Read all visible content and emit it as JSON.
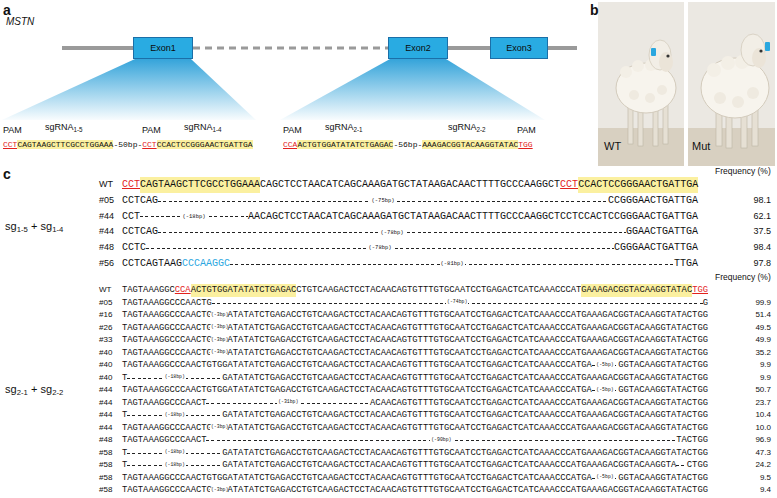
{
  "diagram": {
    "nodes": [
      {
        "text": [
          "Exon1"
        ]
      },
      {
        "text": [
          "Exon2"
        ]
      },
      {
        "text": [
          "Exon3"
        ]
      }
    ],
    "edges": [
      {
        "from": 0,
        "to": 1,
        "arrow": "none"
      },
      {
        "from": 1,
        "to": 2,
        "arrow": "none"
      }
    ],
    "labels": [
      "a",
      "MSTN",
      "PAM",
      "sgRNA",
      "1-5",
      "PAM",
      "sgRNA",
      "1-4",
      "CCT",
      "CAGTAAGCTTCGCCTGGAAA",
      "-50bp-",
      "CCT",
      "CCACTCCGGGAACTGATTGA",
      "PAM",
      "sgRNA",
      "2-1",
      "sgRNA",
      "2-2",
      "PAM",
      "CCA",
      "ACTGTGGATATATCTGAGAC",
      "-56bp-",
      "AAAGACGGTACAAGGTATAC",
      "TGG",
      "b",
      "WT",
      "Mut",
      "c",
      "sg",
      "1-5",
      "+ sg",
      "1-4",
      "Frequency (%)",
      "WT",
      "CCT",
      "CAGTAAGCTTCGCCTGGAAA",
      "CAGCTCCTAACATCAGCAAAGATGCTATAAGACAACTTTTGCCCAAGGCT",
      "CCT",
      "CCACTCCGGGAACTGATTGA",
      "#05",
      "CCTCAG",
      "(-75bp)",
      "CCGGGAACTGATTGA",
      "98.1",
      "#44",
      "CCT",
      "(-18bp)",
      "AACAGCTCCTAACATCAGCAAAGATGCTATAAGACAACTTTTGCCCAAGGCTCCTCCACTCCGGGAACTGATTGA",
      "62.1",
      "#44",
      "CCTCAG",
      "(-78bp)",
      "GGAACTGATTGA",
      "37.5",
      "#48",
      "CCTC",
      "(-78bp)",
      "CGGGAACTGATTGA",
      "98.4",
      "#56",
      "CCTCAGTAAG",
      "CCCAAGGC",
      "(-81bp)",
      "TTGA",
      "97.8",
      "sg",
      "2-1",
      "+ sg",
      "2-2",
      "Frequency (%)",
      "WT",
      "TAGTAAAGGC",
      "CCA",
      "ACTGTGGATATATCTGAGAC",
      "CTGTCAAGACTCCTACAACAGTGTTTGTGCAATCCTGAGACTCATCAAACCCAT",
      "GAAAGACGGTACAAGGTATAC",
      "TGG",
      "#05",
      "TAGTAAAGGCCCAACTG",
      "(-74bp)",
      "G",
      "99.9",
      "#16",
      "TAGTAAAGGCCCAACTG",
      "(-3bp)",
      "ATATATCTGAGACCTGTCAAGACTCCTACAACAGTGTTTGTGCAATCCTGAGACTCATCAAACCCATGAAAGACGGTACAAGGTATACTGG",
      "51.4",
      "#26",
      "TAGTAAAGGCCCAACTG",
      "(-3bp)",
      "ATATATCTGAGACCTGTCAAGACTCCTACAACAGTGTTTGTGCAATCCTGAGACTCATCAAACCCATGAAAGACGGTACAAGGTATACTGG",
      "49.5",
      "#33",
      "TAGTAAAGGCCCAACTG",
      "(-3bp)",
      "ATATATCTGAGACCTGTCAAGACTCCTACAACAGTGTTTGTGCAATCCTGAGACTCATCAAACCCATGAAAGACGGTACAAGGTATACTGG",
      "49.9",
      "#40",
      "TAGTAAAGGCCCAACTG",
      "(-3bp)",
      "ATATATCTGAGACCTGTCAAGACTCCTACAACAGTGTTTGTGCAATCCTGAGACTCATCAAACCCATGAAAGACGGTACAAGGTATACTGG",
      "35.2",
      "#40",
      "TAGTAAAGGCCCAACTGTGGATATATCTGAGACCTGTCAAGACTCCTACAACAGTGTTTGTGCAATCCTGAGACTCATCAAACCCATGA",
      "(-5bp)",
      "GGTACAAGGTATACTGG",
      "9.9",
      "#40",
      "T",
      "(-18bp)",
      "GATATATCTGAGACCTGTCAAGACTCCTACAACAGTGTTTGTGCAATCCTGAGACTCATCAAACCCATGAAAGACGGTACAAGGTATACTGG",
      "9.9",
      "#44",
      "TAGTAAAGGCCCAACTGTGGATATATCTGAGACCTGTCAAGACTCCTACAACAGTGTTTGTGCAATCCTGAGACTCATCAAACCCATGA",
      "(-5bp)",
      "GGTACAAGGTATACTGG",
      "50.7",
      "#44",
      "TAGTAAAGGCCCAACT",
      "(-31bp)",
      "ACAACAGTGTTTGTGCAATCCTGAGACTCATCAAACCCATGAAAGACGGTACAAGGTATACTGG",
      "23.7",
      "#44",
      "T",
      "(-18bp)",
      "GATATATCTGAGACCTGTCAAGACTCCTACAACAGTGTTTGTGCAATCCTGAGACTCATCAAACCCATGAAAGACGGTACAAGGTATACTGG",
      "10.4",
      "#44",
      "TAGTAAAGGCCCAACTG",
      "(-3bp)",
      "ATATATCTGAGACCTGTCAAGACTCCTACAACAGTGTTTGTGCAATCCTGAGACTCATCAAACCCATGAAAGACGGTACAAGGTATACTGG",
      "10.0",
      "#48",
      "TAGTAAAGGCCCAACT",
      "(-90bp)",
      "TACTGG",
      "96.9",
      "#58",
      "T",
      "(-18bp)",
      "GATATATCTGAGACCTGTCAAGACTCCTACAACAGTGTTTGTGCAATCCTGAGACTCATCAAACCCATGAAAGACGGTACAAGGTATACTGG",
      "47.3",
      "#58",
      "T",
      "(-18bp)",
      "GATATATCTGAGACCTGTCAAGACTCCTACAACAGTGTTTGTGCAATCCTGAGACTCATCAAACCCATGAAAGACGGTACAAGGTA",
      "CTGG",
      "24.2",
      "#58",
      "TAGTAAAGGCCCAACTGTGGATATATCTGAGACCTGTCAAGACTCCTACAACAGTGTTTGTGCAATCCTGAGACTCATCAAACCCATGA",
      "(-5bp)",
      "GGTACAAGGTATACTGG",
      "9.5",
      "#58",
      "TAGTAAAGGCCCAACTG",
      "(-3bp)",
      "ATATATCTGAGACCTGTCAAGACTCCTACAACAGTGTTTGTGCAATCCTGAGACTCATCAAACCCATGAAAGACGGTACAAGGTATACTGG",
      "9.4"
    ]
  }
}
